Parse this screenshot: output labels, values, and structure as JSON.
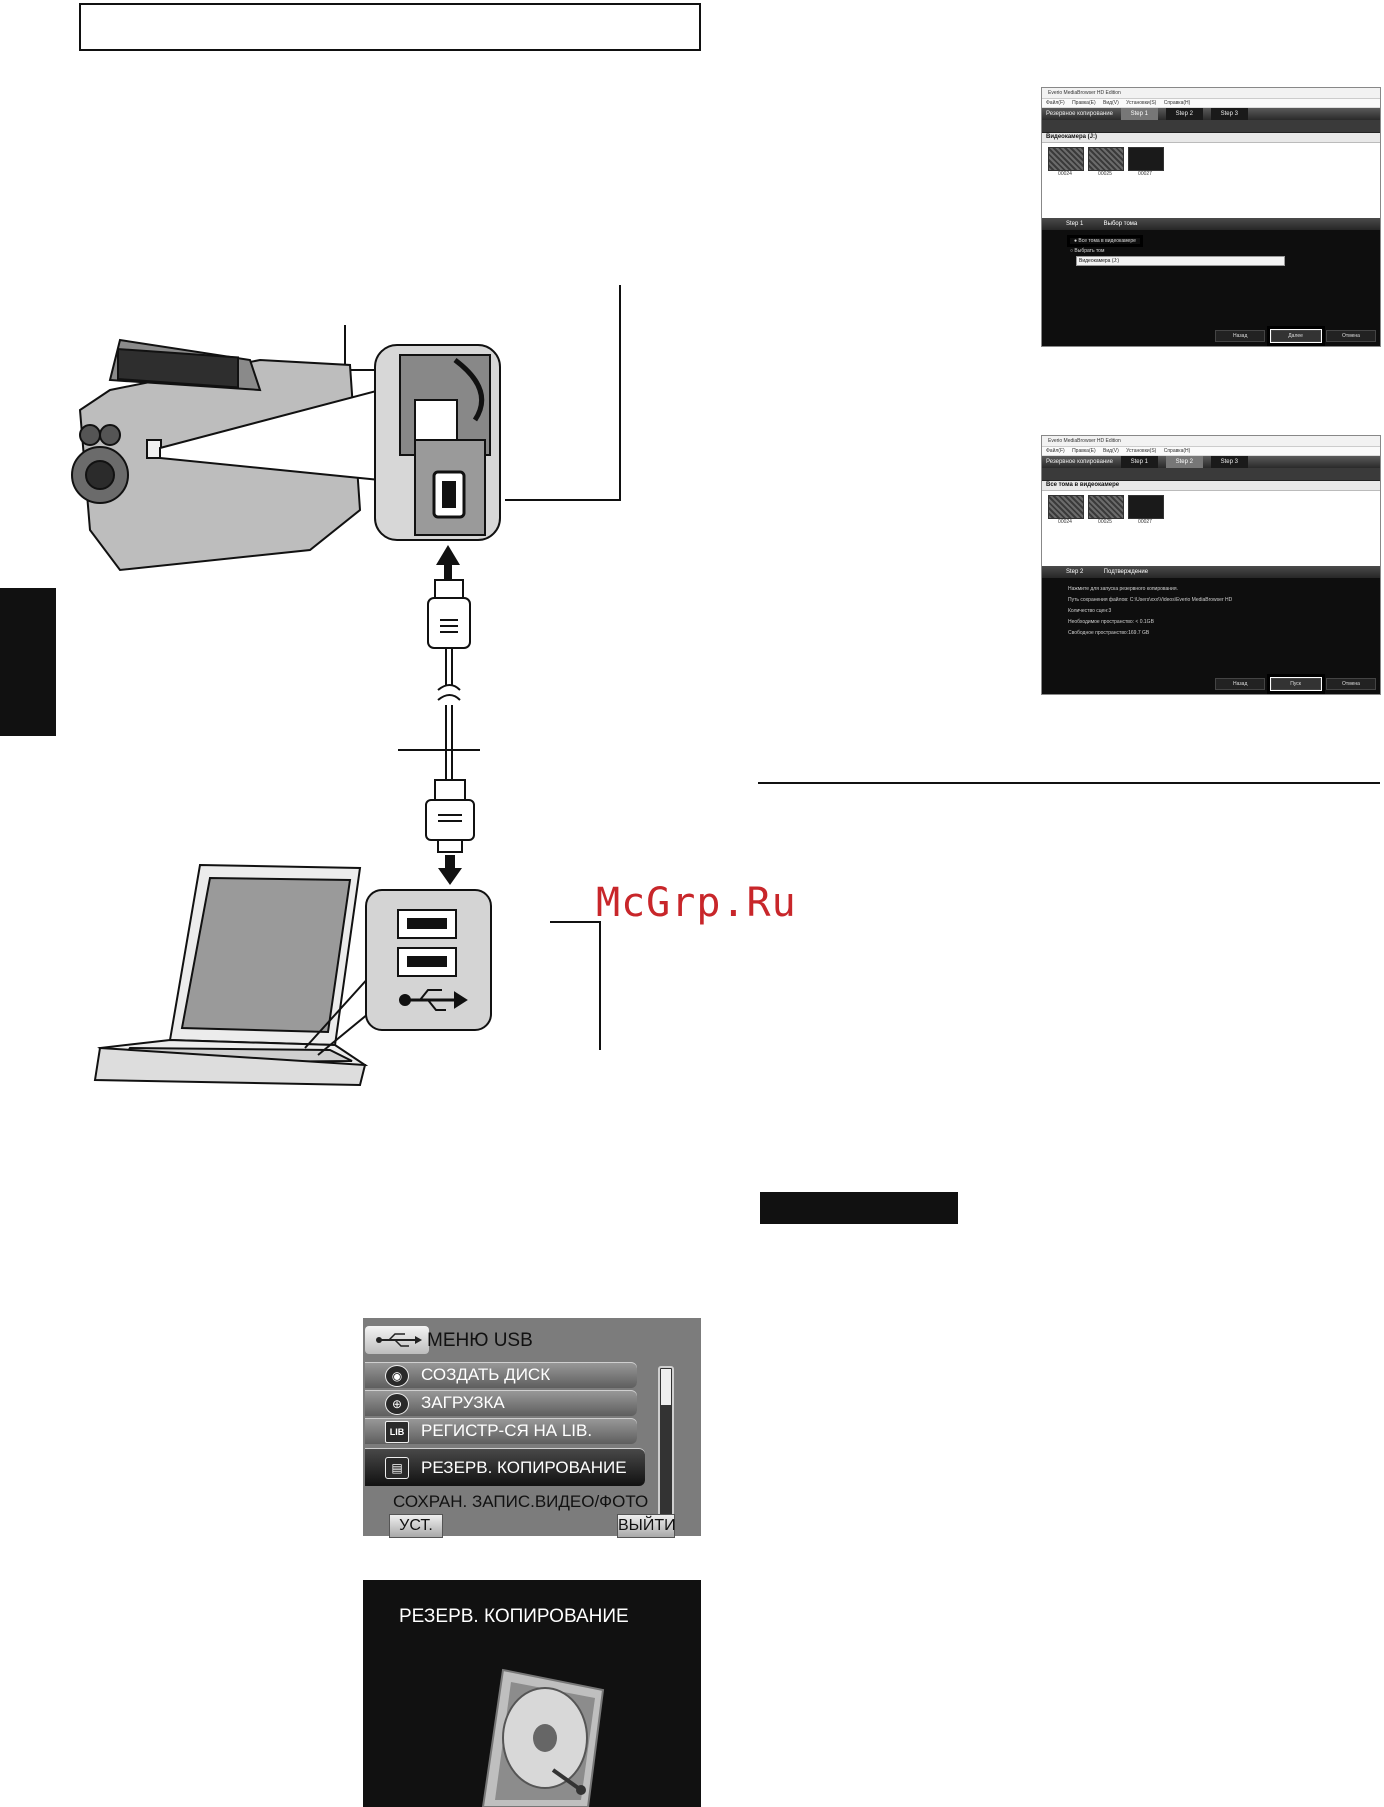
{
  "watermark": "McGrp.Ru",
  "screenshot1": {
    "window_title": "Everio MediaBrowser HD Edition",
    "menu": [
      "Файл(F)",
      "Правка(E)",
      "Вид(V)",
      "Установки(S)",
      "Справка(H)"
    ],
    "mode": "Резервное копирование",
    "steps": [
      "Step 1",
      "Step 2",
      "Step 3"
    ],
    "active_step": 0,
    "source": "Видеокамера (J:)",
    "thumbs": [
      "00024",
      "00025",
      "00027"
    ],
    "panel_step": "Step 1",
    "panel_title": "Выбор тома",
    "radio_all": "Все тома в видеокамере",
    "radio_select": "Выбрать том",
    "dropdown": "Видеокамера (J:)",
    "btn_back": "Назад",
    "btn_next": "Далее",
    "btn_cancel": "Отмена"
  },
  "screenshot2": {
    "window_title": "Everio MediaBrowser HD Edition",
    "menu": [
      "Файл(F)",
      "Правка(E)",
      "Вид(V)",
      "Установки(S)",
      "Справка(H)"
    ],
    "mode": "Резервное копирование",
    "steps": [
      "Step 1",
      "Step 2",
      "Step 3"
    ],
    "active_step": 1,
    "source": "Все тома в видеокамере",
    "thumbs": [
      "00024",
      "00025",
      "00027"
    ],
    "panel_step": "Step 2",
    "panel_title": "Подтверждение",
    "lines": [
      "Нажмите для запуска резервного копирования.",
      "Путь сохранения файлов: C:\\Users\\xxx\\Videos\\Everio MediaBrowser HD",
      "Количество сцен:3",
      "Необходимое пространство: < 0.1GB",
      "Свободное пространство:169.7 GB"
    ],
    "btn_back": "Назад",
    "btn_start": "Пуск",
    "btn_cancel": "Отмена"
  },
  "usb_menu": {
    "title": "МЕНЮ USB",
    "items": [
      {
        "label": "СОЗДАТЬ ДИСК",
        "icon": "disc-icon"
      },
      {
        "label": "ЗАГРУЗКА",
        "icon": "globe-icon"
      },
      {
        "label": "РЕГИСТР-СЯ НА LIB.",
        "icon": "lib-icon",
        "glyph": "LIB"
      },
      {
        "label": "РЕЗЕРВ. КОПИРОВАНИЕ",
        "icon": "backup-icon"
      }
    ],
    "description": "СОХРАН. ЗАПИС.ВИДЕО/ФОТО",
    "set_button": "УСТ.",
    "exit_button": "ВЫЙТИ"
  },
  "backup_screen": {
    "title": "РЕЗЕРВ. КОПИРОВАНИЕ"
  }
}
